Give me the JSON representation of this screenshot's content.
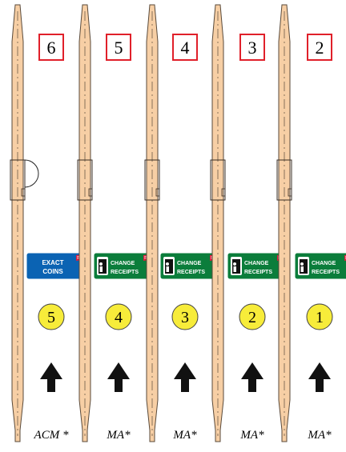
{
  "lanes": [
    {
      "lane_number": "6",
      "plaza_number": "5",
      "lane_type": "ACM *",
      "sign": {
        "kind": "exact",
        "line1": "EXACT",
        "line2": "COINS",
        "color": "#0b63b3"
      },
      "gate_arm": true
    },
    {
      "lane_number": "5",
      "plaza_number": "4",
      "lane_type": "MA*",
      "sign": {
        "kind": "change",
        "line1": "CHANGE",
        "line2": "RECEIPTS",
        "color": "#0b7d3b"
      },
      "gate_arm": false
    },
    {
      "lane_number": "4",
      "plaza_number": "3",
      "lane_type": "MA*",
      "sign": {
        "kind": "change",
        "line1": "CHANGE",
        "line2": "RECEIPTS",
        "color": "#0b7d3b"
      },
      "gate_arm": false
    },
    {
      "lane_number": "3",
      "plaza_number": "2",
      "lane_type": "MA*",
      "sign": {
        "kind": "change",
        "line1": "CHANGE",
        "line2": "RECEIPTS",
        "color": "#0b7d3b"
      },
      "gate_arm": false
    },
    {
      "lane_number": "2",
      "plaza_number": "1",
      "lane_type": "MA*",
      "sign": {
        "kind": "change",
        "line1": "CHANGE",
        "line2": "RECEIPTS",
        "color": "#0b7d3b"
      },
      "gate_arm": false
    }
  ],
  "colors": {
    "island_fill": "#f7cfa5",
    "island_stroke": "#5a4a3a",
    "number_box_border": "#e0202a",
    "circle_fill": "#f7ec3a",
    "arrow": "#111111",
    "logo_red": "#e21b3c"
  },
  "icons": {
    "sign_logo": "flag-logo-icon",
    "sign_person": "collector-icon",
    "direction": "up-arrow-icon"
  }
}
